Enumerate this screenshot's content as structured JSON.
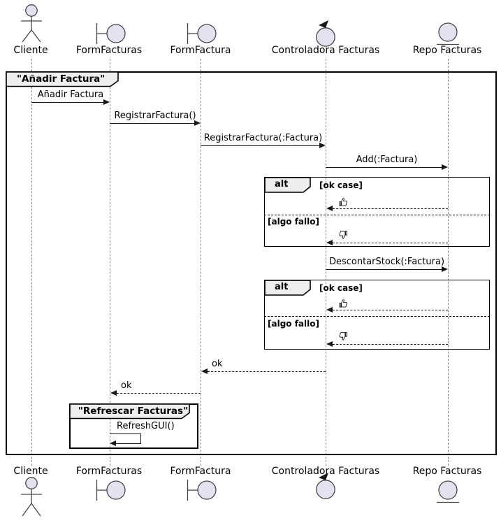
{
  "diagram": {
    "participants": [
      {
        "name": "Cliente",
        "type": "actor"
      },
      {
        "name": "FormFacturas",
        "type": "boundary"
      },
      {
        "name": "FormFactura",
        "type": "boundary"
      },
      {
        "name": "Controladora Facturas",
        "type": "control"
      },
      {
        "name": "Repo Facturas",
        "type": "entity"
      }
    ],
    "main_frame": {
      "title": "\"Añadir Factura\""
    },
    "refresh_frame": {
      "title": "\"Refrescar Facturas\""
    },
    "alts": [
      {
        "operator": "alt",
        "guards": [
          "[ok case]",
          "[algo fallo]"
        ]
      },
      {
        "operator": "alt",
        "guards": [
          "[ok case]",
          "[algo fallo]"
        ]
      }
    ],
    "messages": {
      "anadir": "Añadir Factura",
      "registrar": "RegistrarFactura()",
      "registrar_factura": "RegistrarFactura(:Factura)",
      "add": "Add(:Factura)",
      "descontar": "DescontarStock(:Factura)",
      "ok1": "ok",
      "ok2": "ok",
      "refresh_gui": "RefreshGUI()",
      "thumbs_up": "👍",
      "thumbs_down": "👎"
    },
    "colors": {
      "icon_fill": "#E2E2F0",
      "tab_bg": "#EEEEEE",
      "line": "#181818",
      "lifeline": "#8A8A8A"
    }
  }
}
